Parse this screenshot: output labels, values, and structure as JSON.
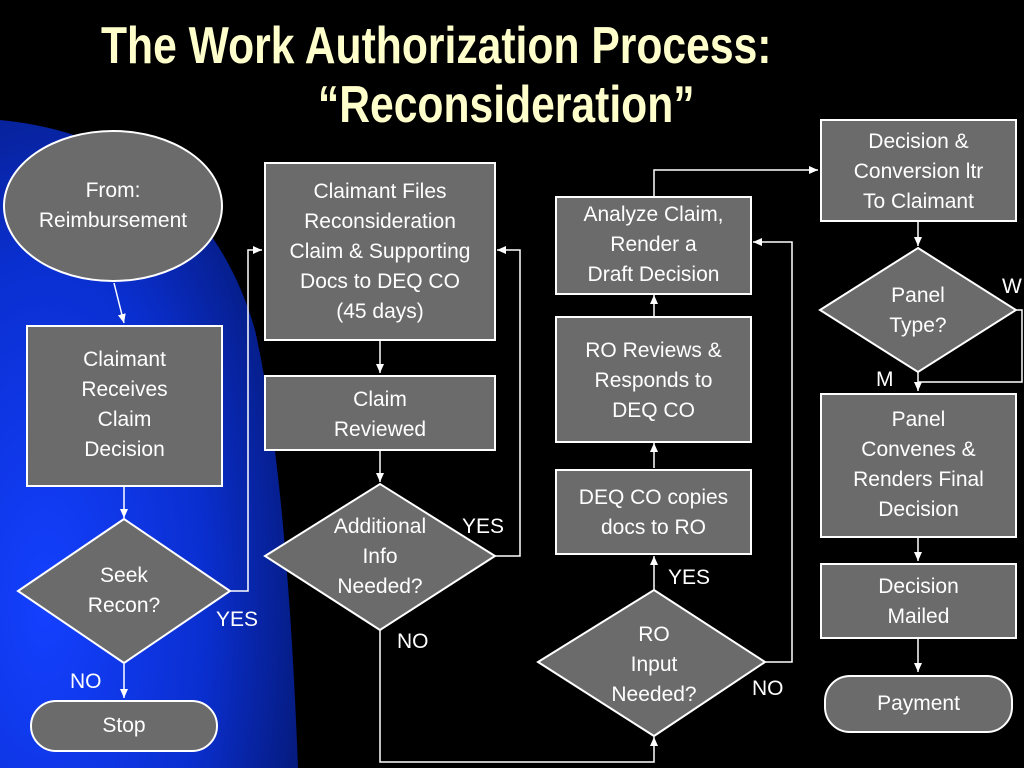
{
  "title": {
    "line1": "The Work Authorization Process:",
    "line2": "“Reconsideration”"
  },
  "nodes": {
    "from_reimbursement": "From:\nReimbursement",
    "claimant_receives": "Claimant\nReceives\nClaim\nDecision",
    "seek_recon": "Seek\nRecon?",
    "stop": "Stop",
    "claimant_files": "Claimant Files\nReconsideration\nClaim & Supporting\nDocs to DEQ CO\n(45 days)",
    "claim_reviewed": "Claim\nReviewed",
    "additional_info": "Additional\nInfo\nNeeded?",
    "analyze_claim": "Analyze Claim,\nRender a\nDraft Decision",
    "ro_reviews": "RO Reviews &\nResponds to\nDEQ CO",
    "deq_copies": "DEQ CO copies\ndocs to RO",
    "ro_input": "RO\nInput\nNeeded?",
    "decision_conversion": "Decision &\nConversion ltr\nTo Claimant",
    "panel_type": "Panel\nType?",
    "panel_convenes": "Panel\nConvenes &\nRenders Final\nDecision",
    "decision_mailed": "Decision\nMailed",
    "payment": "Payment"
  },
  "flow_labels": {
    "seek_yes": "YES",
    "seek_no": "NO",
    "additional_yes": "YES",
    "additional_no": "NO",
    "ro_yes": "YES",
    "ro_no": "NO",
    "panel_w": "W",
    "panel_m": "M"
  },
  "colors": {
    "background": "#000000",
    "blue_swoosh": "#0a2fd0",
    "node_fill": "#6b6b6b",
    "node_border": "#ffffff",
    "title_text": "#ffffcc",
    "text": "#ffffff"
  }
}
